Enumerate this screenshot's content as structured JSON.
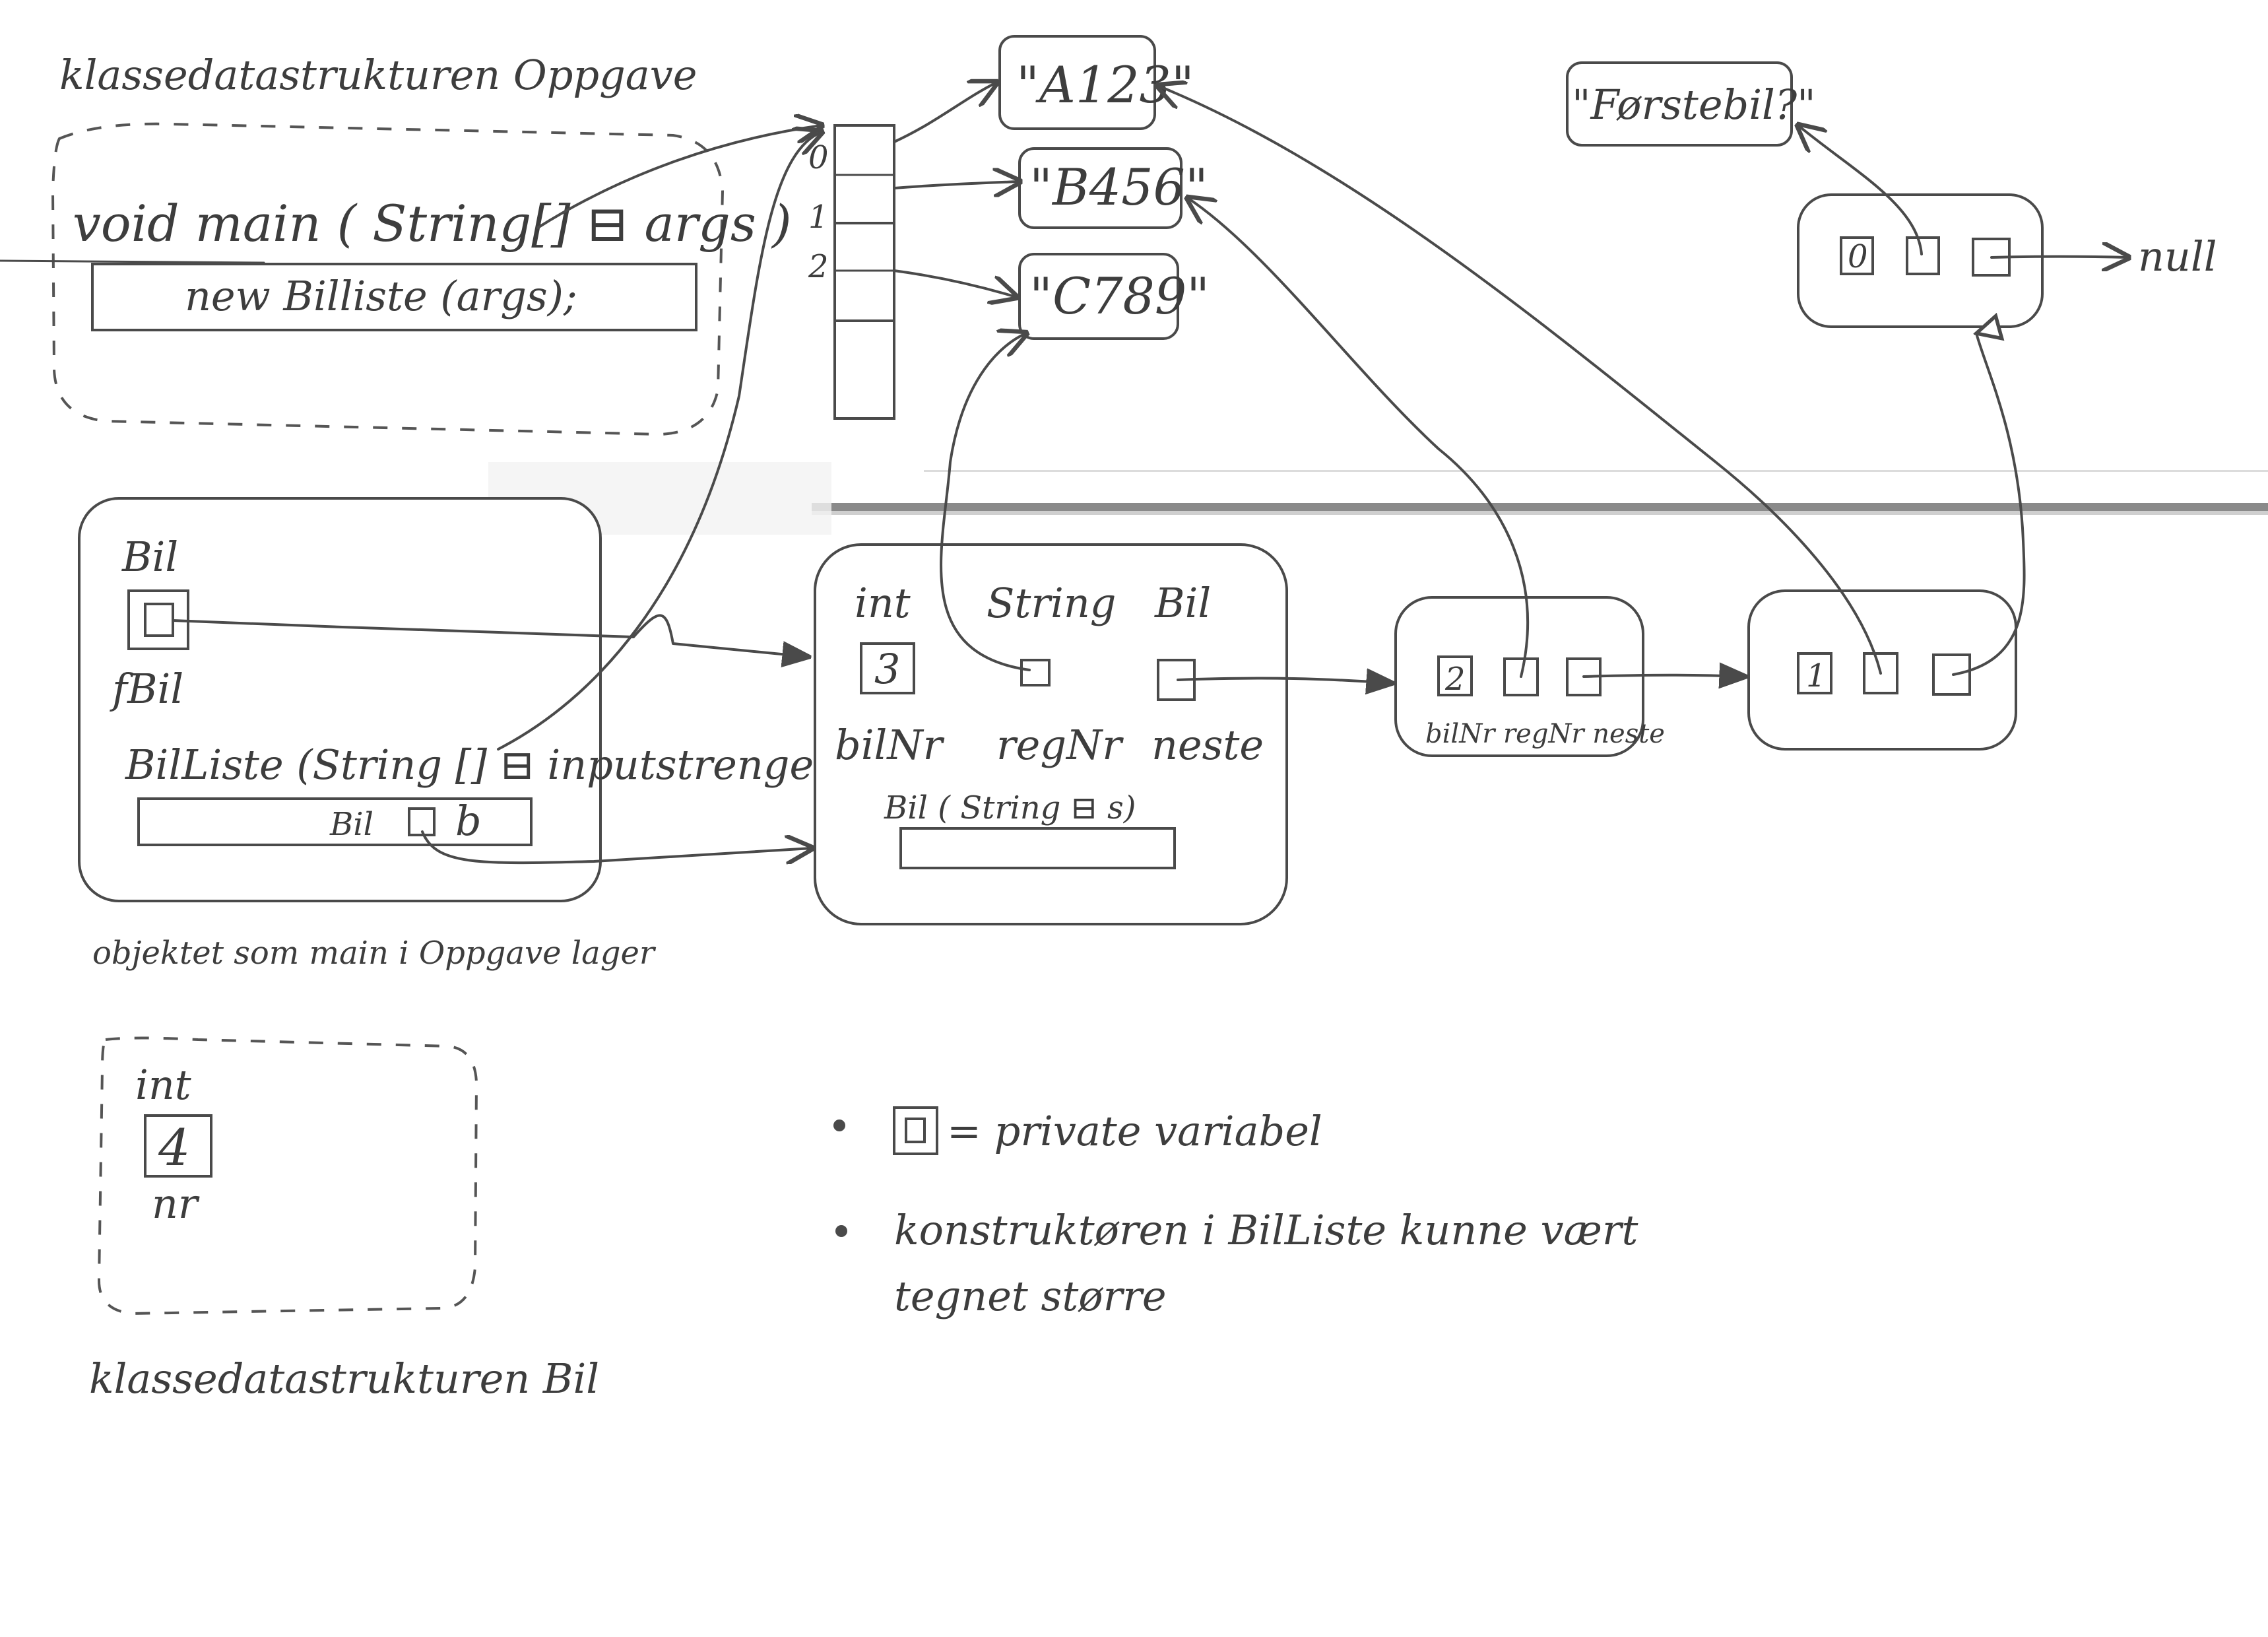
{
  "class_area_oppgave": {
    "title": "klassedatastrukturen Oppgave",
    "main_signature": "void main ( String[] ⊟ args )",
    "main_body": "new Billiste (args);"
  },
  "args_array": {
    "indices": [
      "0",
      "1",
      "2"
    ]
  },
  "strings": {
    "a": "\"A123\"",
    "b": "\"B456\"",
    "c": "\"C789\"",
    "forste": "\"Førstebil?\""
  },
  "null_label": "null",
  "billiste_object": {
    "field_type": "Bil",
    "field_name": "fBil",
    "constructor": "BilListe (String [] ⊟ inputstrenger)",
    "local_decl_type": "Bil",
    "local_decl_name": "b",
    "caption": "objektet som main i Oppgave lager"
  },
  "bil_object_main": {
    "types": [
      "int",
      "String",
      "Bil"
    ],
    "names": [
      "bilNr",
      "regNr",
      "neste"
    ],
    "bilnr_value": "3",
    "constructor": "Bil ( String ⊟ s)"
  },
  "bil_object_2": {
    "bilnr_value": "2",
    "labels": "bilNr regNr neste"
  },
  "bil_object_1": {
    "bilnr_value": "1"
  },
  "bil_object_0": {
    "bilnr_value": "0"
  },
  "class_area_bil": {
    "type": "int",
    "value": "4",
    "name": "nr",
    "title": "klassedatastrukturen Bil"
  },
  "notes": {
    "private_legend": "= private variabel",
    "constructor_note_line1": "konstruktøren i BilListe kunne vært",
    "constructor_note_line2": "tegnet større"
  },
  "colors": {
    "ink": "#4a4a4a",
    "paper": "#ffffff"
  }
}
